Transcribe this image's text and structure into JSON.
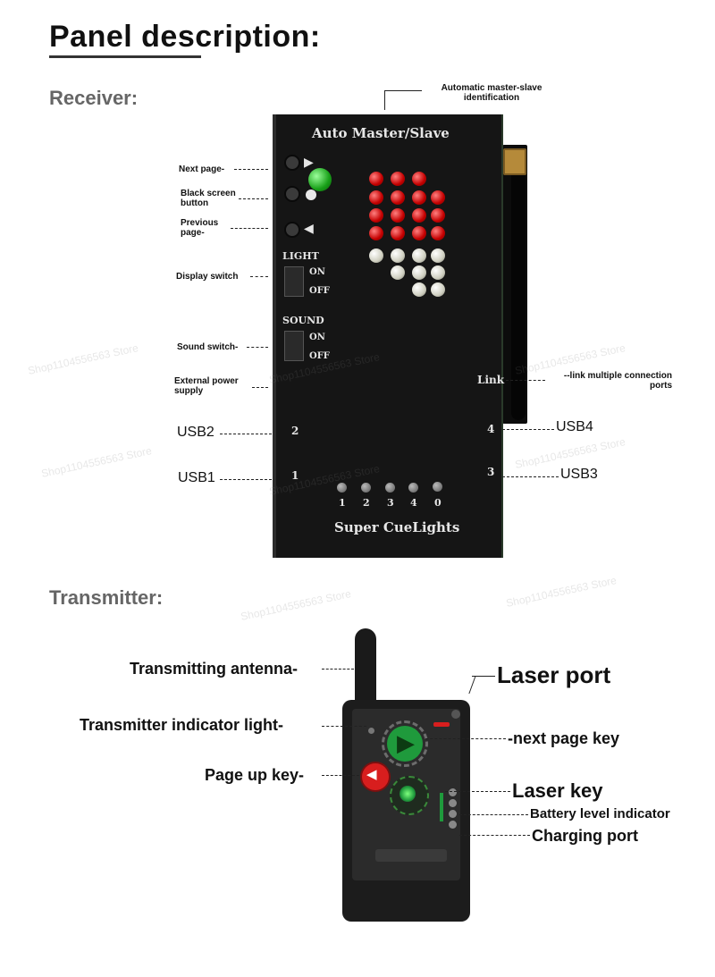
{
  "title": "Panel description:",
  "receiver_section": {
    "heading": "Receiver:",
    "device_top_text": "Auto Master/Slave",
    "device_bottom_text": "Super CueLights",
    "light_label": "LIGHT",
    "sound_label": "SOUND",
    "on_label": "ON",
    "off_label": "OFF",
    "link_label": "Link",
    "port_nums": {
      "left_top": "2",
      "left_bottom": "1",
      "right_top": "4",
      "right_bottom": "3"
    },
    "bottom_led_nums": [
      "1",
      "2",
      "3",
      "4",
      "0"
    ],
    "callouts": {
      "auto_identify": "Automatic master-slave identification",
      "next_page": "Next page-",
      "black_screen": "Black screen button",
      "previous_page": "Previous page-",
      "display_switch": "Display switch",
      "sound_switch": "Sound switch-",
      "external_power": "External power supply",
      "link_ports": "--link multiple connection ports",
      "usb2": "USB2",
      "usb1": "USB1",
      "usb4": "USB4",
      "usb3": "USB3"
    }
  },
  "transmitter_section": {
    "heading": "Transmitter:",
    "callouts": {
      "antenna": "Transmitting antenna-",
      "indicator_light": "Transmitter indicator light-",
      "page_up": "Page up key-",
      "laser_port": "Laser port",
      "next_page_key": "-next page key",
      "laser_key": "Laser key",
      "battery": "Battery level indicator",
      "charging": "Charging port"
    }
  },
  "watermark": "Shop1104556563 Store",
  "colors": {
    "device": "#151515",
    "led_red": "#c40000",
    "led_white": "#cfcfc0",
    "led_green": "#18a018",
    "tx_green": "#1f9a3c",
    "tx_red": "#d81e1e"
  }
}
